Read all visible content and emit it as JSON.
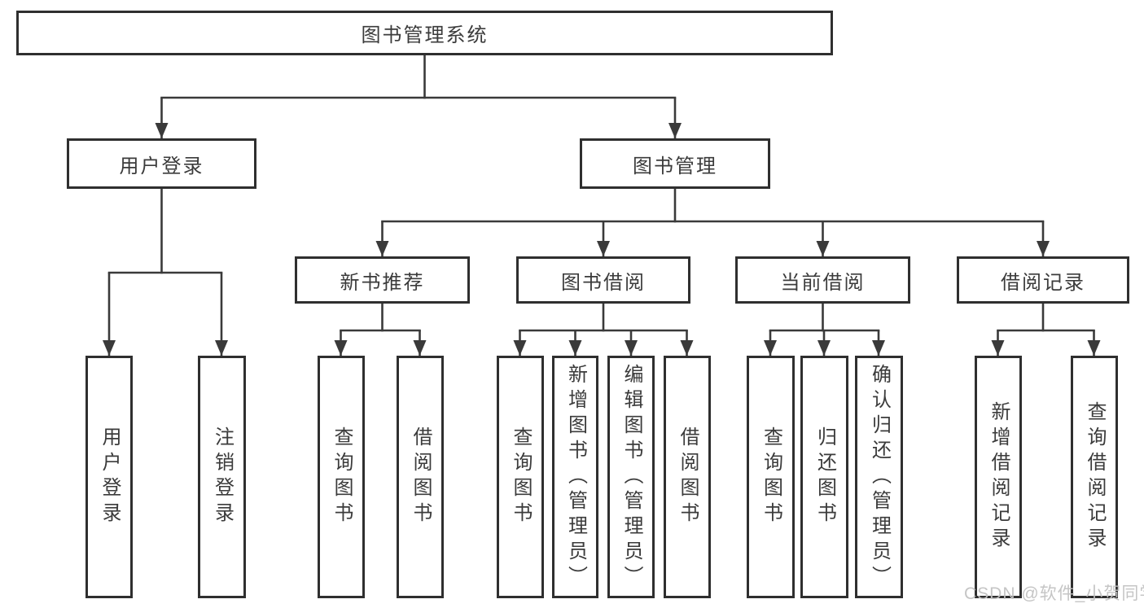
{
  "tree": {
    "label": "图书管理系统",
    "children": [
      {
        "label": "用户登录",
        "children": [
          {
            "label": "用户登录"
          },
          {
            "label": "注销登录"
          }
        ]
      },
      {
        "label": "图书管理",
        "children": [
          {
            "label": "新书推荐",
            "children": [
              {
                "label": "查询图书"
              },
              {
                "label": "借阅图书"
              }
            ]
          },
          {
            "label": "图书借阅",
            "children": [
              {
                "label": "查询图书"
              },
              {
                "label": "新增图书（管理员）"
              },
              {
                "label": "编辑图书（管理员）"
              },
              {
                "label": "借阅图书"
              }
            ]
          },
          {
            "label": "当前借阅",
            "children": [
              {
                "label": "查询图书"
              },
              {
                "label": "归还图书"
              },
              {
                "label": "确认归还（管理员）"
              }
            ]
          },
          {
            "label": "借阅记录",
            "children": [
              {
                "label": "新增借阅记录"
              },
              {
                "label": "查询借阅记录"
              }
            ]
          }
        ]
      }
    ]
  },
  "watermark": {
    "text": "CSDN @软件_小贺同学"
  },
  "colors": {
    "line": "#3a3a3a",
    "box_border": "#2f2f2f",
    "box_fill": "#ffffff",
    "text": "#3b3b3b",
    "watermark": "#c2c2c2",
    "background": "#ffffff"
  }
}
